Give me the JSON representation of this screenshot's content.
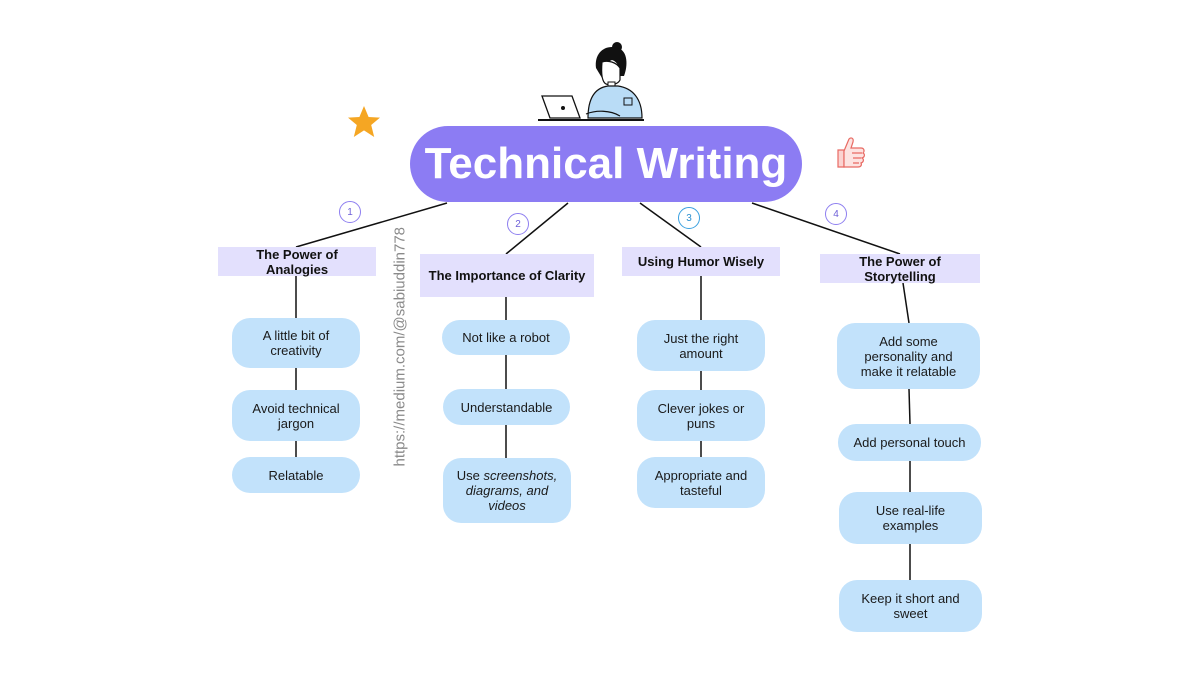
{
  "title": "Technical Writing",
  "watermark": "https://medium.com/@sabiuddin778",
  "colors": {
    "title_pill": "#8c7cf3",
    "heading_box": "#e3e0fd",
    "leaf_box": "#c2e2fb",
    "number_badge": "#8e7ff0",
    "number_badge_alt": "#3aa0e0",
    "star": "#f5a623"
  },
  "icons": [
    "person-at-laptop-icon",
    "star-icon",
    "thumbs-up-icon"
  ],
  "branches": [
    {
      "number": "1",
      "heading": "The Power of Analogies",
      "items": [
        "A little bit of creativity",
        "Avoid technical jargon",
        "Relatable"
      ]
    },
    {
      "number": "2",
      "heading": "The Importance of Clarity",
      "items": [
        "Not like a robot",
        "Understandable"
      ],
      "item3_prefix": "Use ",
      "item3_italic": "screenshots, diagrams, and videos"
    },
    {
      "number": "3",
      "heading": "Using Humor Wisely",
      "items": [
        "Just the right amount",
        "Clever jokes or puns",
        "Appropriate and tasteful"
      ]
    },
    {
      "number": "4",
      "heading": "The Power of Storytelling",
      "items": [
        "Add some personality and make it relatable",
        "Add personal touch",
        "Use real-life examples",
        "Keep it short and sweet"
      ]
    }
  ]
}
